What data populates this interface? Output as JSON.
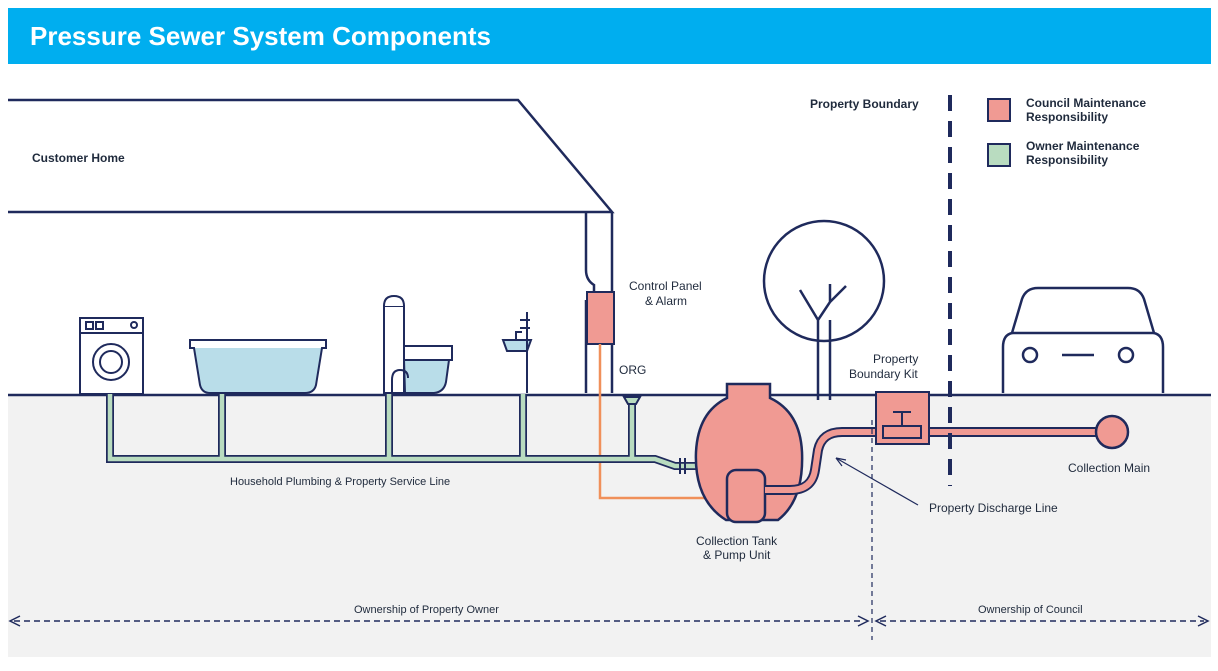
{
  "header": {
    "title": "Pressure Sewer System Components"
  },
  "labels": {
    "customer_home": "Customer Home",
    "property_boundary": "Property Boundary",
    "control_panel_line1": "Control Panel",
    "control_panel_line2": "& Alarm",
    "org": "ORG",
    "boundary_kit_line1": "Property",
    "boundary_kit_line2": "Boundary Kit",
    "household_plumbing": "Household Plumbing & Property Service Line",
    "collection_tank_line1": "Collection Tank",
    "collection_tank_line2": "& Pump Unit",
    "discharge_line": "Property Discharge Line",
    "collection_main": "Collection Main",
    "ownership_owner": "Ownership of Property Owner",
    "ownership_council": "Ownership of Council"
  },
  "legend": {
    "council_line1": "Council Maintenance",
    "council_line2": "Responsibility",
    "owner_line1": "Owner Maintenance",
    "owner_line2": "Responsibility"
  },
  "colors": {
    "header": "#00aeef",
    "outline": "#1f2a5c",
    "council": "#f09a93",
    "owner": "#b9dcc0",
    "water": "#b9dde9",
    "orange_line": "#f0905a",
    "ground": "#f2f2f2"
  },
  "icons": [
    "washing-machine-icon",
    "bathtub-icon",
    "toilet-icon",
    "sink-icon",
    "tree-icon",
    "car-icon"
  ]
}
